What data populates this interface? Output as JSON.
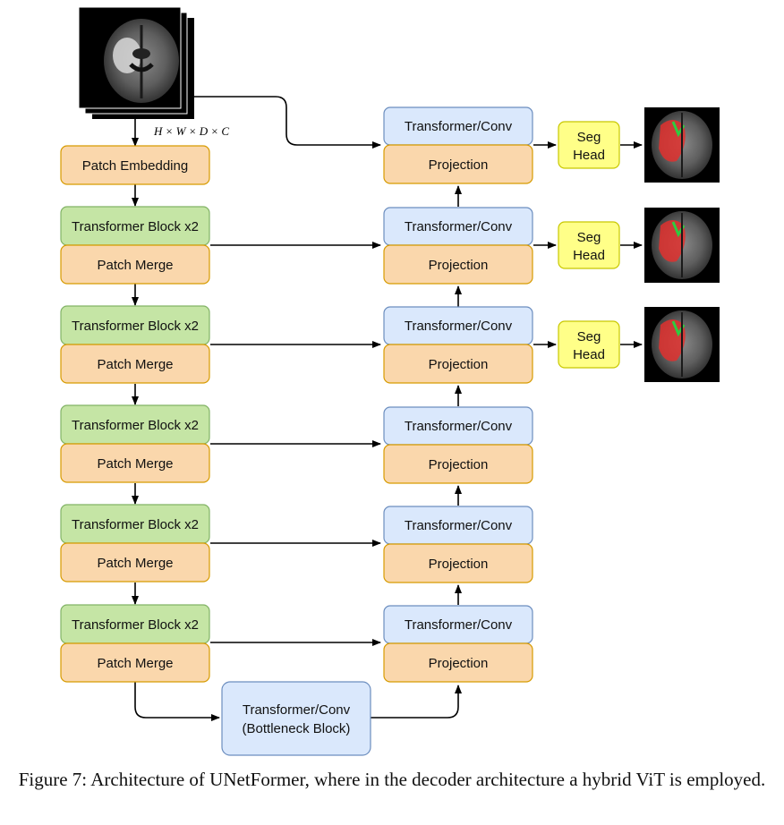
{
  "encoder": {
    "input_dims": "H × W × D × C",
    "patch_embedding": "Patch Embedding",
    "stages": [
      {
        "block": "Transformer Block x2",
        "merge": "Patch Merge"
      },
      {
        "block": "Transformer Block x2",
        "merge": "Patch Merge"
      },
      {
        "block": "Transformer Block x2",
        "merge": "Patch Merge"
      },
      {
        "block": "Transformer Block x2",
        "merge": "Patch Merge"
      },
      {
        "block": "Transformer Block x2",
        "merge": "Patch Merge"
      }
    ]
  },
  "bottleneck": {
    "line1": "Transformer/Conv",
    "line2": "(Bottleneck Block)"
  },
  "decoder": {
    "stages": [
      {
        "conv": "Transformer/Conv",
        "proj": "Projection"
      },
      {
        "conv": "Transformer/Conv",
        "proj": "Projection"
      },
      {
        "conv": "Transformer/Conv",
        "proj": "Projection"
      },
      {
        "conv": "Transformer/Conv",
        "proj": "Projection"
      },
      {
        "conv": "Transformer/Conv",
        "proj": "Projection"
      },
      {
        "conv": "Transformer/Conv",
        "proj": "Projection"
      }
    ]
  },
  "seg_heads": [
    {
      "line1": "Seg",
      "line2": "Head"
    },
    {
      "line1": "Seg",
      "line2": "Head"
    },
    {
      "line1": "Seg",
      "line2": "Head"
    }
  ],
  "colors": {
    "green": "#c5e5a5",
    "green_stroke": "#82b366",
    "orange": "#fad7ac",
    "orange_stroke": "#d79b00",
    "blue": "#dae8fc",
    "blue_stroke": "#6c8ebf",
    "yellow": "#ffff88",
    "yellow_stroke": "#c8c800"
  },
  "caption": "Figure 7: Architecture of UNetFormer, where in the decoder architecture a hybrid ViT is employed."
}
